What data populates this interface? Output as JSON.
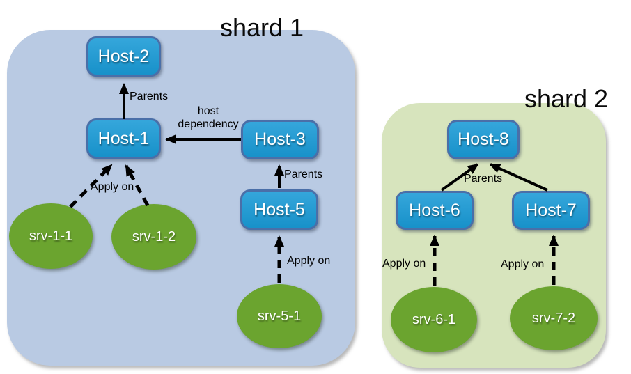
{
  "colors": {
    "shard1_bg": "#b9cae3",
    "shard2_bg": "#d7e4bd",
    "host_fill": "#199ad6",
    "host_border": "#4a6fa8",
    "service_fill": "#6ba42f",
    "node_text": "#ffffff",
    "label_text": "#000000",
    "arrow": "#000000",
    "page_bg": "#ffffff"
  },
  "shard1": {
    "title": "shard 1",
    "host1": "Host-1",
    "host2": "Host-2",
    "host3": "Host-3",
    "host5": "Host-5",
    "srv11": "srv-1-1",
    "srv12": "srv-1-2",
    "srv51": "srv-5-1",
    "label_parents_h1_h2": "Parents",
    "label_host_dependency": "host dependency",
    "label_parents_h5_h3": "Parents",
    "label_apply_on_srv1": "Apply on",
    "label_apply_on_srv5": "Apply on"
  },
  "shard2": {
    "title": "shard 2",
    "host6": "Host-6",
    "host7": "Host-7",
    "host8": "Host-8",
    "srv61": "srv-6-1",
    "srv72": "srv-7-2",
    "label_parents": "Parents",
    "label_apply_on_srv6": "Apply on",
    "label_apply_on_srv7": "Apply on"
  }
}
